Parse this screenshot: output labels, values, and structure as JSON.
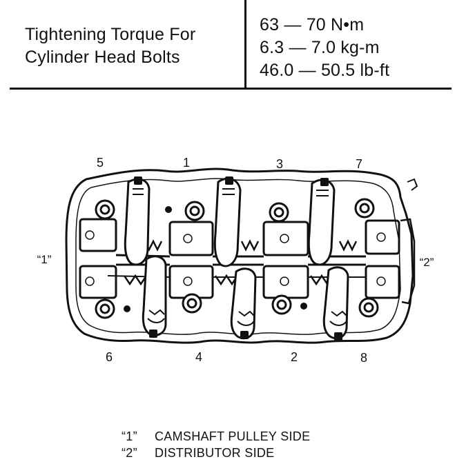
{
  "spec": {
    "label_line1": "Tightening Torque For",
    "label_line2": "Cylinder Head Bolts",
    "value_nm": "63 — 70 N•m",
    "value_kgm": "6.3 — 7.0 kg-m",
    "value_lbft": "46.0 — 50.5 lb-ft"
  },
  "diagram": {
    "bolt_numbers_top": [
      "5",
      "1",
      "3",
      "7"
    ],
    "bolt_numbers_bottom": [
      "6",
      "4",
      "2",
      "8"
    ],
    "side_left": "“1”",
    "side_right": "“2”"
  },
  "legend": {
    "items": [
      {
        "key": "“1”",
        "text": "CAMSHAFT PULLEY SIDE"
      },
      {
        "key": "“2”",
        "text": "DISTRIBUTOR SIDE"
      }
    ]
  }
}
